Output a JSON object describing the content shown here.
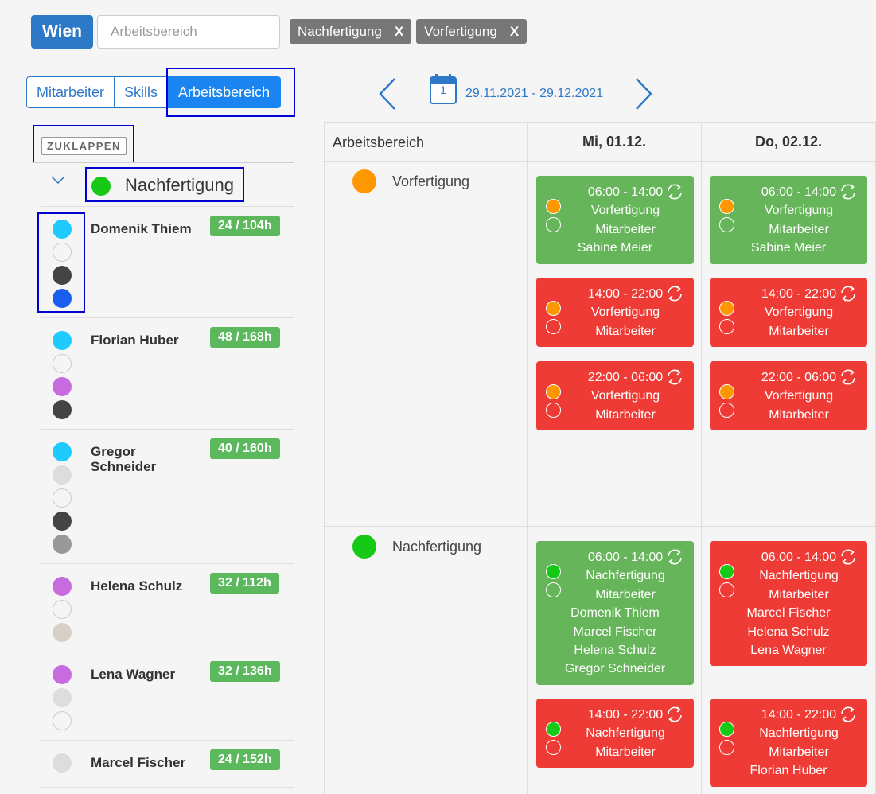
{
  "header": {
    "city": "Wien",
    "search_placeholder": "Arbeitsbereich",
    "chips": [
      {
        "label": "Nachfertigung",
        "remove": "X"
      },
      {
        "label": "Vorfertigung",
        "remove": "X"
      }
    ]
  },
  "tabs": [
    "Mitarbeiter",
    "Skills",
    "Arbeitsbereich"
  ],
  "date_range": "29.11.2021 - 29.12.2021",
  "calendar_day": "1",
  "left": {
    "collapse": "ZUKLAPPEN",
    "group_name": "Nachfertigung",
    "employees": [
      {
        "name": "Domenik Thiem",
        "hours": "24 / 104h"
      },
      {
        "name": "Florian Huber",
        "hours": "48 / 168h"
      },
      {
        "name": "Gregor Schneider",
        "hours": "40 / 160h"
      },
      {
        "name": "Helena Schulz",
        "hours": "32 / 112h"
      },
      {
        "name": "Lena Wagner",
        "hours": "32 / 136h"
      },
      {
        "name": "Marcel Fischer",
        "hours": "24 / 152h"
      }
    ]
  },
  "grid": {
    "area_header": "Arbeitsbereich",
    "days": [
      "Mi, 01.12.",
      "Do, 02.12."
    ],
    "areas": [
      "Vorfertigung",
      "Nachfertigung"
    ],
    "shifts": {
      "vor_mi": [
        {
          "time": "06:00 - 14:00",
          "area": "Vorfertigung",
          "role": "Mitarbeiter",
          "people": [
            "Sabine Meier"
          ]
        },
        {
          "time": "14:00 - 22:00",
          "area": "Vorfertigung",
          "role": "Mitarbeiter",
          "people": []
        },
        {
          "time": "22:00 - 06:00",
          "area": "Vorfertigung",
          "role": "Mitarbeiter",
          "people": []
        }
      ],
      "vor_do": [
        {
          "time": "06:00 - 14:00",
          "area": "Vorfertigung",
          "role": "Mitarbeiter",
          "people": [
            "Sabine Meier"
          ]
        },
        {
          "time": "14:00 - 22:00",
          "area": "Vorfertigung",
          "role": "Mitarbeiter",
          "people": []
        },
        {
          "time": "22:00 - 06:00",
          "area": "Vorfertigung",
          "role": "Mitarbeiter",
          "people": []
        }
      ],
      "nach_mi": [
        {
          "time": "06:00 - 14:00",
          "area": "Nachfertigung",
          "role": "Mitarbeiter",
          "people": [
            "Domenik Thiem",
            "Marcel Fischer",
            "Helena Schulz",
            "Gregor Schneider"
          ]
        },
        {
          "time": "14:00 - 22:00",
          "area": "Nachfertigung",
          "role": "Mitarbeiter",
          "people": []
        }
      ],
      "nach_do": [
        {
          "time": "06:00 - 14:00",
          "area": "Nachfertigung",
          "role": "Mitarbeiter",
          "people": [
            "Marcel Fischer",
            "Helena Schulz",
            "Lena Wagner"
          ]
        },
        {
          "time": "14:00 - 22:00",
          "area": "Nachfertigung",
          "role": "Mitarbeiter",
          "people": [
            "Florian Huber"
          ]
        }
      ]
    }
  },
  "colors": {
    "primary": "#2e78c8",
    "green": "#66b55a",
    "red": "#ef3b35",
    "orange": "#ff9800",
    "area_green": "#17c917"
  }
}
